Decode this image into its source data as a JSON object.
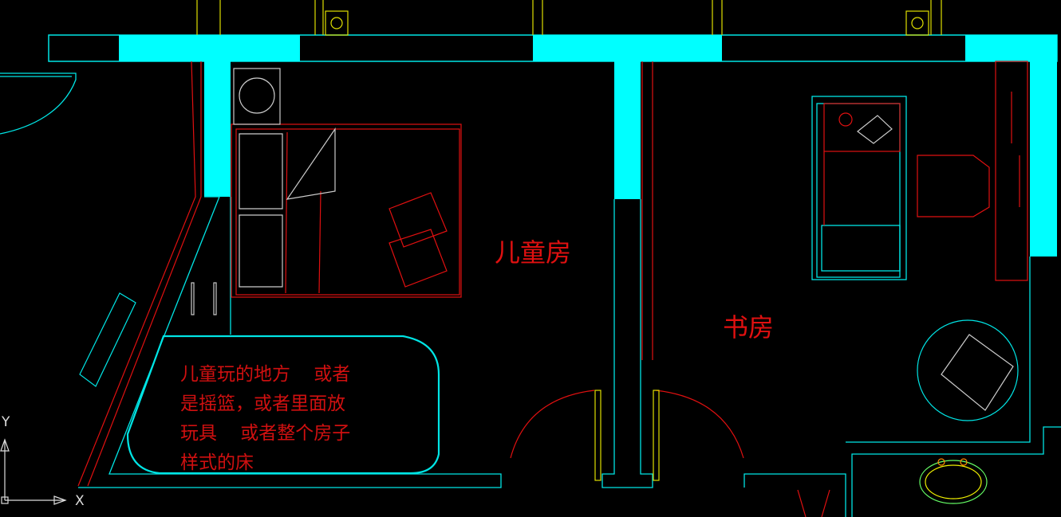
{
  "rooms": {
    "children_room": "儿童房",
    "study": "书房"
  },
  "note": {
    "lines": [
      "儿童玩的地方    或者",
      "是摇篮，或者里面放",
      "玩具    或者整个房子",
      "样式的床"
    ]
  },
  "ucs": {
    "x_label": "X",
    "y_label": "Y"
  },
  "colors": {
    "wall_fill": "#00ffff",
    "line_cyan": "#00e5e5",
    "furniture_red": "#e01010",
    "door_yellow": "#e0e000",
    "background": "#000000"
  }
}
